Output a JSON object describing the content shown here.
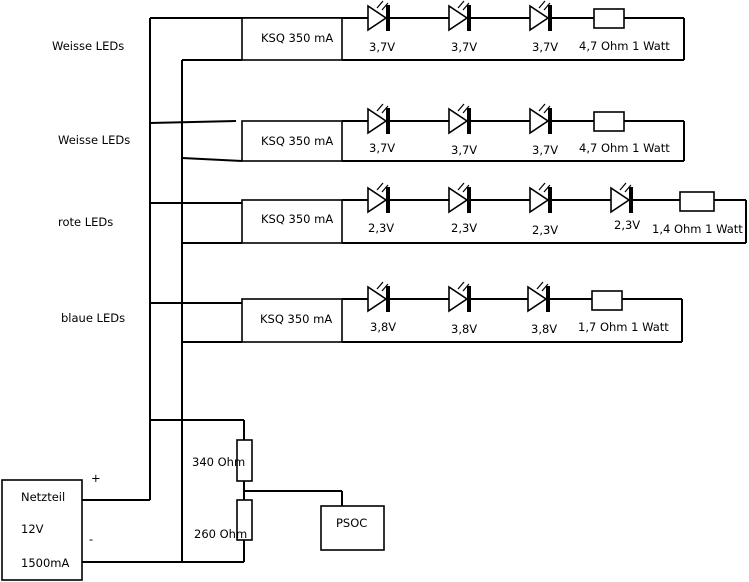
{
  "strings": [
    {
      "label": "Weisse LEDs",
      "driver": "KSQ 350 mA",
      "leds": [
        "3,7V",
        "3,7V",
        "3,7V"
      ],
      "resistor": "4,7 Ohm 1 Watt"
    },
    {
      "label": "Weisse LEDs",
      "driver": "KSQ 350 mA",
      "leds": [
        "3,7V",
        "3,7V",
        "3,7V"
      ],
      "resistor": "4,7 Ohm 1 Watt"
    },
    {
      "label": "rote LEDs",
      "driver": "KSQ 350 mA",
      "leds": [
        "2,3V",
        "2,3V",
        "2,3V",
        "2,3V"
      ],
      "resistor": "1,4 Ohm 1 Watt"
    },
    {
      "label": "blaue LEDs",
      "driver": "KSQ 350 mA",
      "leds": [
        "3,8V",
        "3,8V",
        "3,8V"
      ],
      "resistor": "1,7 Ohm 1 Watt"
    }
  ],
  "power_supply": {
    "name": "Netzteil",
    "voltage": "12V",
    "current": "1500mA",
    "plus": "+",
    "minus": "-"
  },
  "divider": {
    "r1": "340 Ohm",
    "r2": "260 Ohm"
  },
  "controller": "PSOC"
}
